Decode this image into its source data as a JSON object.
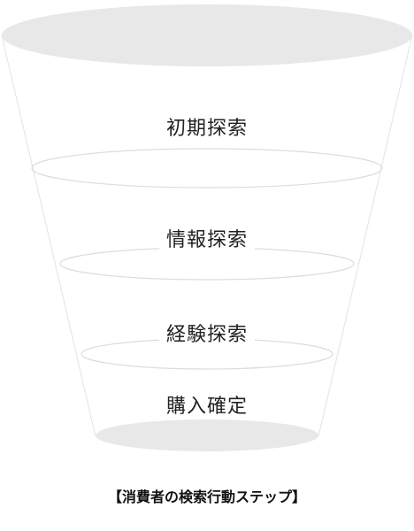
{
  "diagram": {
    "stages": [
      {
        "label": "初期探索"
      },
      {
        "label": "情報探索"
      },
      {
        "label": "経験探索"
      },
      {
        "label": "購入確定"
      }
    ],
    "caption": "【消費者の検索行動ステップ】"
  }
}
